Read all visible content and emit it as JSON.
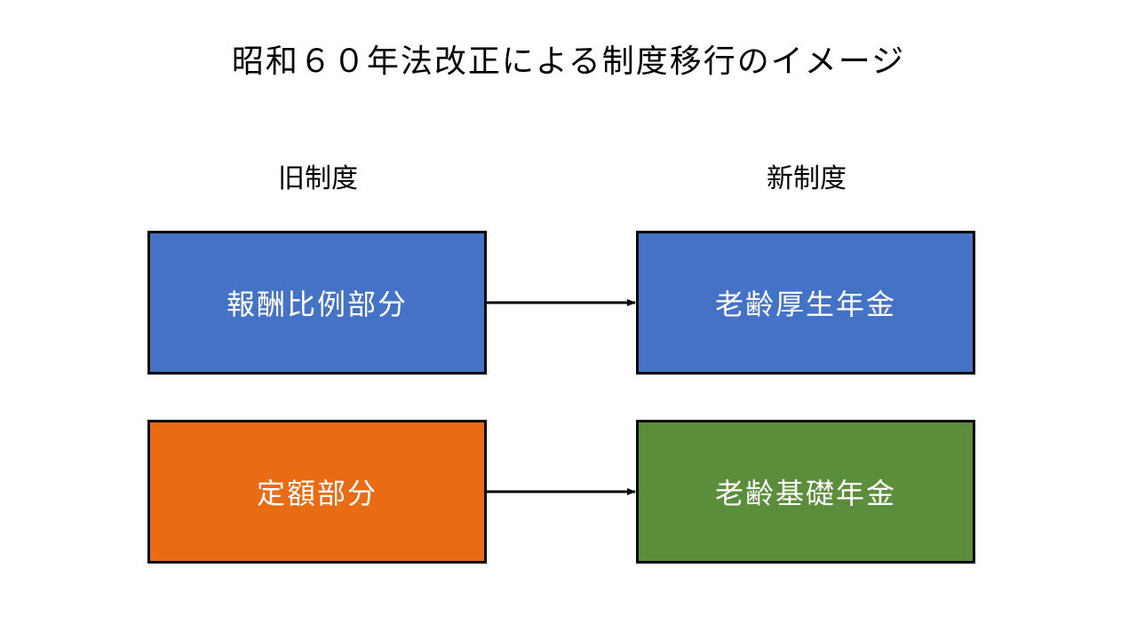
{
  "title": "昭和６０年法改正による制度移行のイメージ",
  "columns": {
    "old_label": "旧制度",
    "new_label": "新制度"
  },
  "boxes": {
    "remuneration": {
      "label": "報酬比例部分",
      "color": "#4472C4"
    },
    "old_age_employee": {
      "label": "老齢厚生年金",
      "color": "#4472C4"
    },
    "fixed_amount": {
      "label": "定額部分",
      "color": "#E96C15"
    },
    "old_age_basic": {
      "label": "老齢基礎年金",
      "color": "#5B8E3A"
    }
  },
  "colors": {
    "border": "#000000",
    "arrow": "#000000",
    "box_text": "#ffffff"
  }
}
